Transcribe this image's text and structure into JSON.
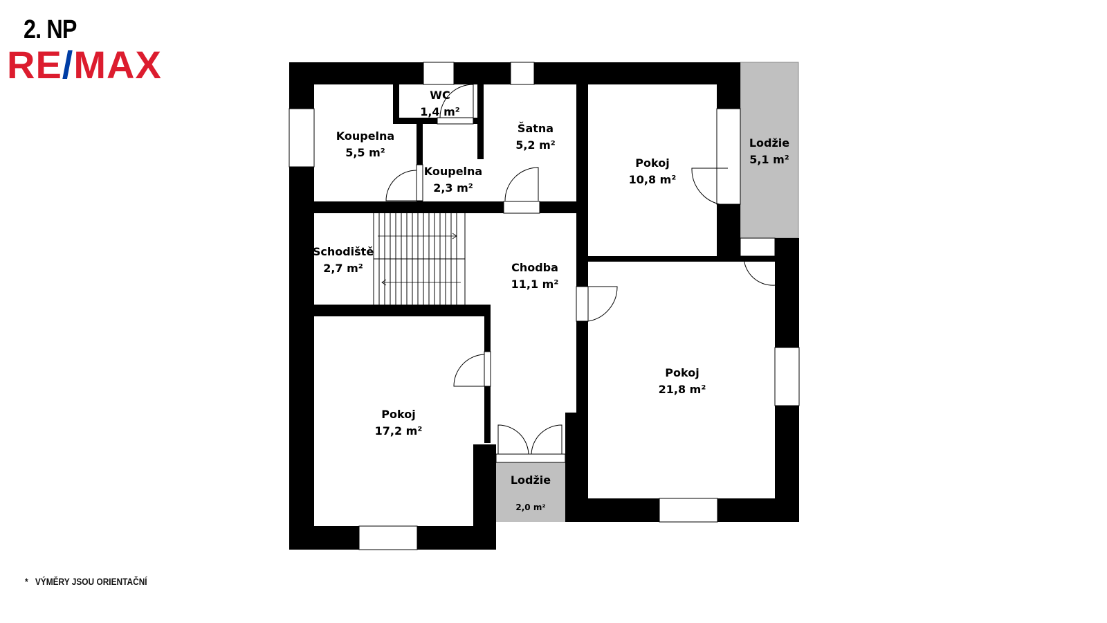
{
  "header": {
    "floor": "2. NP",
    "logo": {
      "part1": "RE",
      "slash": "/",
      "part2": "MAX",
      "colors": {
        "red": "#dc1c2e",
        "blue": "#003da5"
      }
    }
  },
  "footer": {
    "star": "*",
    "note": "VÝMĚRY JSOU ORIENTAČNÍ"
  },
  "rooms": {
    "wc": {
      "name": "WC",
      "area": "1,4 m²"
    },
    "koupelna1": {
      "name": "Koupelna",
      "area": "5,5 m²"
    },
    "satna": {
      "name": "Šatna",
      "area": "5,2 m²"
    },
    "koupelna2": {
      "name": "Koupelna",
      "area": "2,3 m²"
    },
    "pokoj_ne": {
      "name": "Pokoj",
      "area": "10,8 m²"
    },
    "lodzie_e": {
      "name": "Lodžie",
      "area": "5,1 m²"
    },
    "schodiste": {
      "name": "Schodiště",
      "area": "2,7 m²"
    },
    "chodba": {
      "name": "Chodba",
      "area": "11,1 m²"
    },
    "pokoj_se": {
      "name": "Pokoj",
      "area": "21,8 m²"
    },
    "pokoj_sw": {
      "name": "Pokoj",
      "area": "17,2 m²"
    },
    "lodzie_s": {
      "name": "Lodžie",
      "area": "2,0 m²"
    }
  },
  "colors": {
    "wall": "#000000",
    "loggia": "#c0c0c0",
    "background": "#ffffff"
  }
}
